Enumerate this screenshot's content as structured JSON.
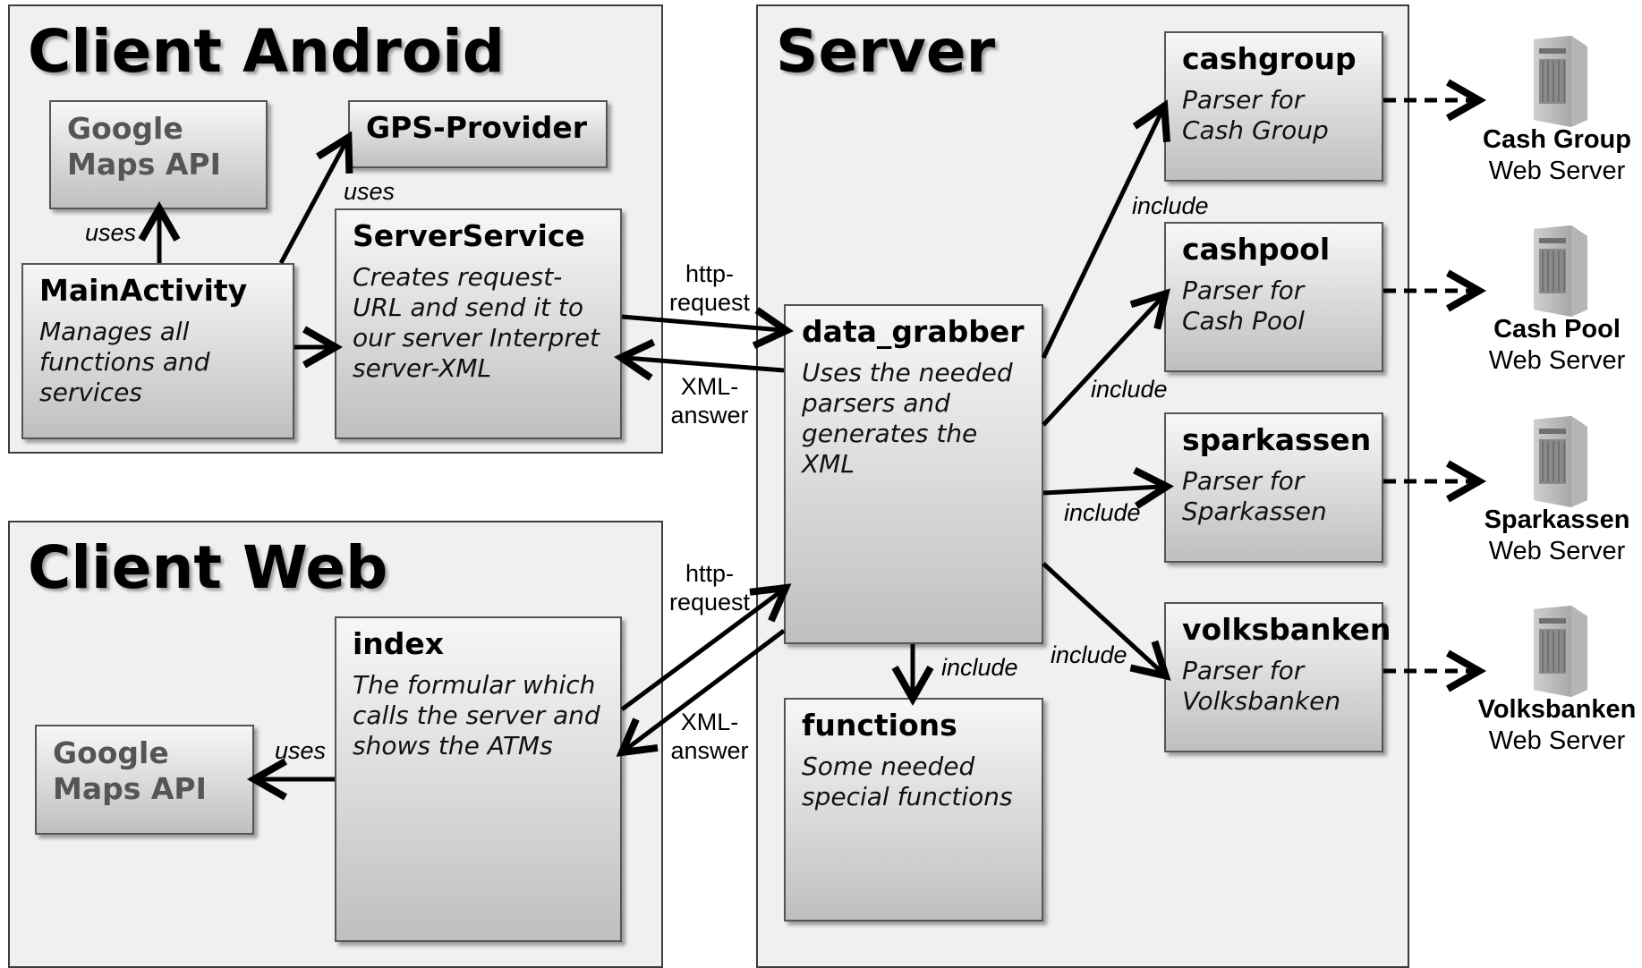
{
  "panels": {
    "client_android": "Client Android",
    "client_web": "Client Web",
    "server": "Server"
  },
  "boxes": {
    "google_maps_android": {
      "title": "Google Maps API"
    },
    "gps_provider": {
      "title": "GPS-Provider"
    },
    "main_activity": {
      "title": "MainActivity",
      "desc": "Manages all functions and services"
    },
    "server_service": {
      "title": "ServerService",
      "desc": "Creates request-URL and send it to our server Interpret server-XML"
    },
    "data_grabber": {
      "title": "data_grabber",
      "desc": "Uses the needed parsers and generates the XML"
    },
    "functions": {
      "title": "functions",
      "desc": "Some needed special functions"
    },
    "index": {
      "title": "index",
      "desc": "The formular which calls the server and shows the ATMs"
    },
    "google_maps_web": {
      "title": "Google Maps API"
    },
    "cashgroup": {
      "title": "cashgroup",
      "desc": "Parser for Cash Group"
    },
    "cashpool": {
      "title": "cashpool",
      "desc": "Parser for Cash Pool"
    },
    "sparkassen": {
      "title": "sparkassen",
      "desc": "Parser for Sparkassen"
    },
    "volksbanken": {
      "title": "volksbanken",
      "desc": "Parser for Volksbanken"
    }
  },
  "labels": {
    "uses": "uses",
    "include": "include",
    "http_request": "http-request",
    "xml_answer": "XML-answer"
  },
  "external_servers": [
    {
      "name": "Cash Group",
      "sub": "Web Server",
      "icon": "server-icon"
    },
    {
      "name": "Cash Pool",
      "sub": "Web Server",
      "icon": "server-icon"
    },
    {
      "name": "Sparkassen",
      "sub": "Web Server",
      "icon": "server-icon"
    },
    {
      "name": "Volksbanken",
      "sub": "Web Server",
      "icon": "server-icon"
    }
  ]
}
